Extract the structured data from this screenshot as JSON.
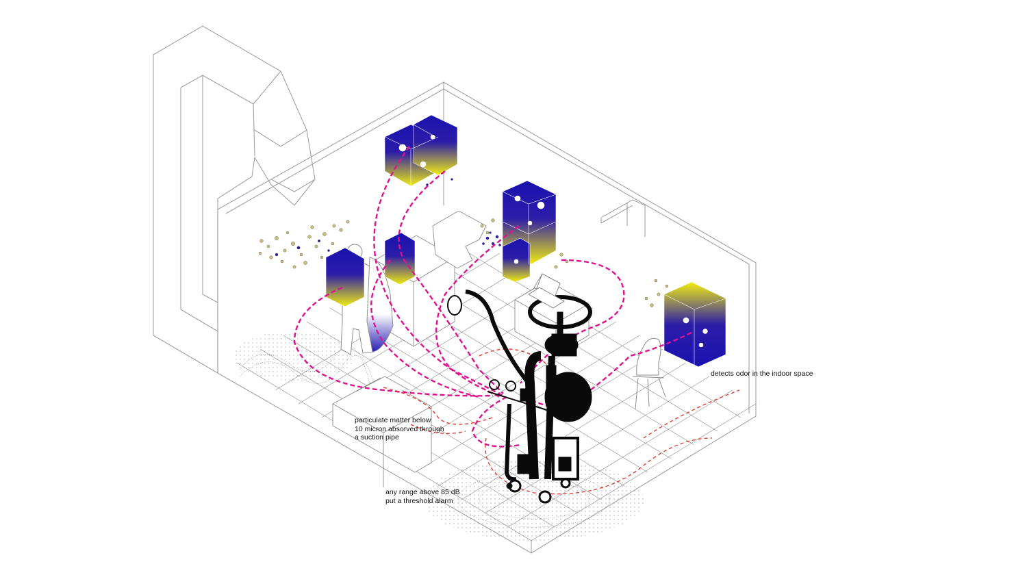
{
  "annotations": {
    "odor": {
      "line1": "detects odor in the indoor space"
    },
    "particulate": {
      "line1": "particulate matter below",
      "line2": "10 micron absorved through",
      "line3": "a suction pipe"
    },
    "noise": {
      "line1": "any range above 85 dB",
      "line2": "put a threshold alarm"
    }
  },
  "colors": {
    "line": "#9a9a9a",
    "airflow": "#e0118f",
    "noise": "#e03020",
    "sensor_top": "#1a12b0",
    "sensor_bottom": "#f2ee10",
    "machine": "#0a0a0a",
    "particles": "#c8c07a"
  }
}
